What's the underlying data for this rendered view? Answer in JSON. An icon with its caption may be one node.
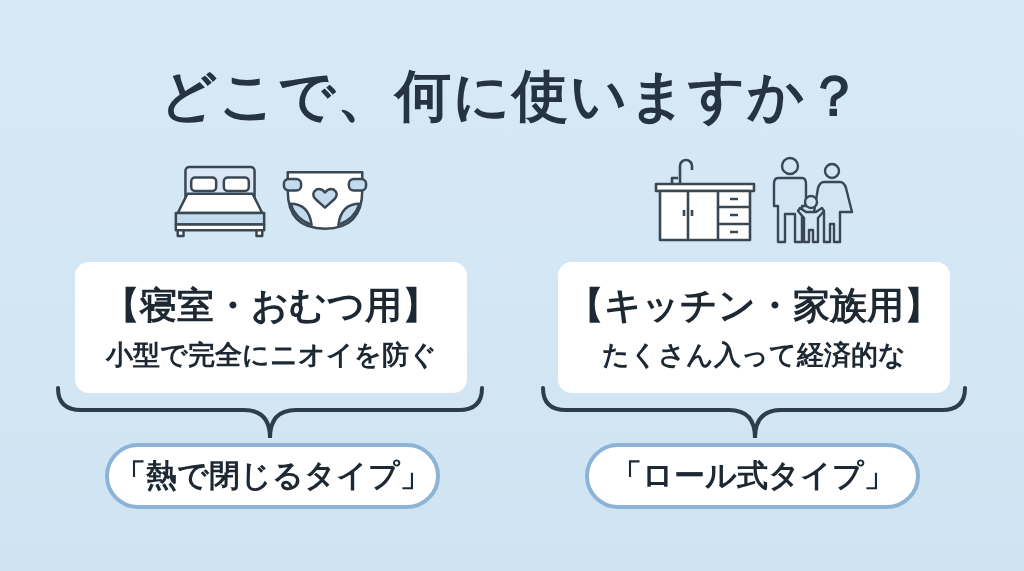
{
  "diagram": {
    "title": "どこで、何に使いますか？",
    "nodes": [
      {
        "text": [
          "【寝室・おむつ用】",
          "小型で完全にニオイを防ぐ"
        ]
      },
      {
        "text": [
          "「熱で閉じるタイプ」"
        ]
      },
      {
        "text": [
          "【キッチン・家族用】",
          "たくさん入って経済的な"
        ]
      },
      {
        "text": [
          "「ロール式タイプ」"
        ]
      }
    ]
  }
}
